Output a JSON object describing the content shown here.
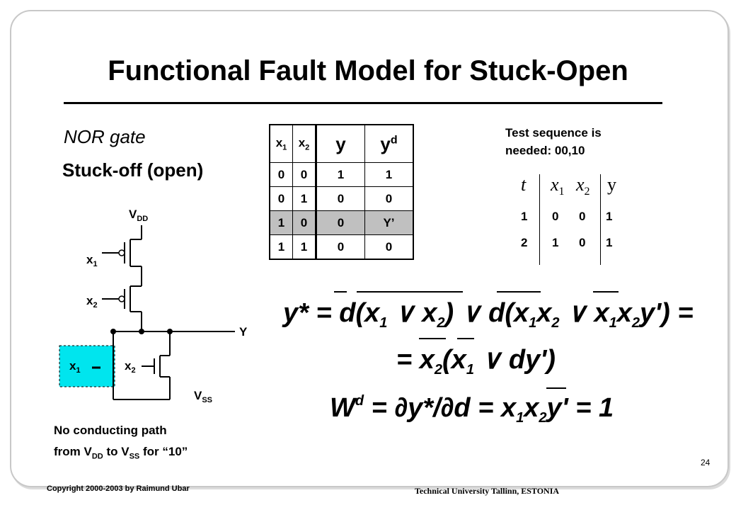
{
  "title": "Functional Fault Model for Stuck-Open",
  "gate_label": "NOR gate",
  "fault_label": "Stuck-off (open)",
  "truth_table": {
    "headers": {
      "x1": "x",
      "x1_sub": "1",
      "x2": "x",
      "x2_sub": "2",
      "y": "y",
      "yd": "y",
      "yd_sup": "d"
    },
    "rows": [
      [
        "0",
        "0",
        "1",
        "1"
      ],
      [
        "0",
        "1",
        "0",
        "0"
      ],
      [
        "1",
        "0",
        "0",
        "Y’"
      ],
      [
        "1",
        "1",
        "0",
        "0"
      ]
    ]
  },
  "test_sequence": {
    "line1": "Test sequence is",
    "line2": "needed: 00,10",
    "headers": {
      "t": "t",
      "x1": "x",
      "x1_sub": "1",
      "x2": "x",
      "x2_sub": "2",
      "y": "y"
    },
    "rows": [
      [
        "1",
        "0",
        "0",
        "1"
      ],
      [
        "2",
        "1",
        "0",
        "1"
      ]
    ]
  },
  "circuit": {
    "vdd": "V",
    "vdd_sub": "DD",
    "vss": "V",
    "vss_sub": "SS",
    "output": "Y",
    "in_x1_top": "x",
    "in_x1_top_sub": "1",
    "in_x2_top": "x",
    "in_x2_top_sub": "2",
    "in_x1_bot": "x",
    "in_x1_bot_sub": "1",
    "in_x2_bot": "x",
    "in_x2_bot_sub": "2"
  },
  "note": {
    "line1": "No conducting path",
    "line2_a": "from V",
    "line2_sub1": "DD",
    "line2_b": " to V",
    "line2_sub2": "SS",
    "line2_c": " for “10”"
  },
  "page_number": "24",
  "copyright": "Copyright 2000-2003 by Raimund Ubar",
  "institution": "Technical University Tallinn, ESTONIA",
  "colors": {
    "highlight_row": "#c0c0c0",
    "fault_box": "#00e5ee"
  }
}
